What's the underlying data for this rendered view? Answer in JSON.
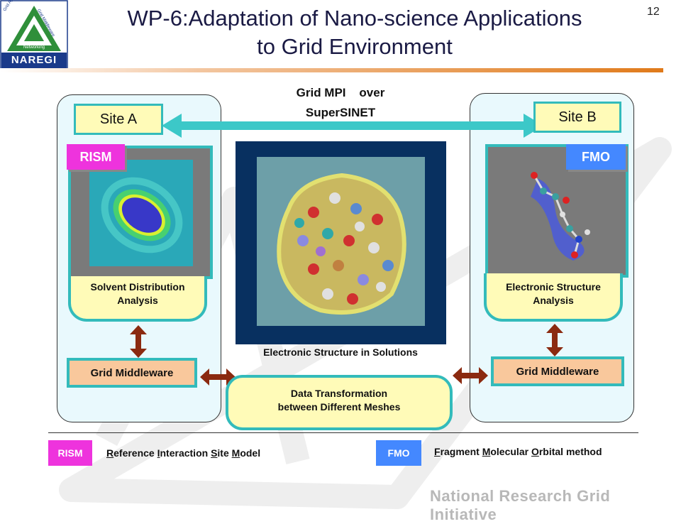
{
  "page_number": "12",
  "logo": {
    "top_text": "Grid Applications",
    "right_text": "Grid Middleware",
    "bottom_text": "Networking",
    "name": "NAREGI"
  },
  "title": {
    "line1": "WP-6:Adaptation of Nano-science Applications",
    "line2": "to Grid Environment"
  },
  "arrow_label": {
    "line1": "Grid MPI    over",
    "line2": "SuperSINET"
  },
  "site_a": {
    "label": "Site A",
    "tag": "RISM",
    "analysis_line1": "Solvent Distribution",
    "analysis_line2": "Analysis",
    "middleware": "Grid Middleware"
  },
  "site_b": {
    "label": "Site B",
    "tag": "FMO",
    "analysis_line1": "Electronic Structure",
    "analysis_line2": "Analysis",
    "middleware": "Grid Middleware"
  },
  "center": {
    "caption": "Electronic Structure in Solutions",
    "transform_line1": "Data Transformation",
    "transform_line2": "between Different Meshes"
  },
  "legend": {
    "rism_tag": "RISM",
    "rism_r": "R",
    "rism_t1": "eference ",
    "rism_i": "I",
    "rism_t2": "nteraction ",
    "rism_s": "S",
    "rism_t3": "ite ",
    "rism_m": "M",
    "rism_t4": "odel",
    "fmo_tag": "FMO",
    "fmo_f": "F",
    "fmo_t1": "ragment ",
    "fmo_m": "M",
    "fmo_t2": "olecular ",
    "fmo_o": "O",
    "fmo_t3": "rbital method"
  },
  "footer": "National Research Grid Initiative",
  "colors": {
    "teal": "#33bbbb",
    "cream": "#fffbb8",
    "peach": "#f9c89c",
    "magenta": "#ee33dd",
    "blue_tag": "#4488ff",
    "arrow_brown": "#8b2a10",
    "panel_bg": "#e9f9fd"
  }
}
